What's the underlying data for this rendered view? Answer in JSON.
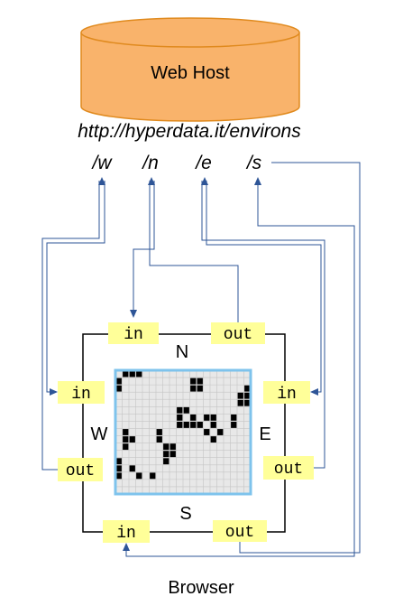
{
  "host": {
    "label": "Web Host"
  },
  "url": "http://hyperdata.it/environs",
  "routes": {
    "w": "/w",
    "n": "/n",
    "e": "/e",
    "s": "/s"
  },
  "browser": {
    "label": "Browser",
    "compass": {
      "north": "N",
      "south": "S",
      "west": "W",
      "east": "E"
    },
    "ports": {
      "north_in": "in",
      "north_out": "out",
      "west_in": "in",
      "west_out": "out",
      "east_in": "in",
      "east_out": "out",
      "south_in": "in",
      "south_out": "out"
    }
  },
  "colors": {
    "cylinder_fill": "#f9b36b",
    "cylinder_stroke": "#e08a1e",
    "connector": "#2e5597",
    "port_fill": "#ffff99",
    "grid_border": "#7ec3ec",
    "grid_cell": "#e8e8e8",
    "grid_line": "#c4c4c4",
    "live_cell": "#000000"
  },
  "grid": {
    "cols": 20,
    "rows": 17,
    "live_cells": [
      [
        1,
        0
      ],
      [
        2,
        0
      ],
      [
        3,
        0
      ],
      [
        0,
        1
      ],
      [
        0,
        2
      ],
      [
        11,
        1
      ],
      [
        12,
        1
      ],
      [
        11,
        2
      ],
      [
        12,
        2
      ],
      [
        19,
        2
      ],
      [
        18,
        3
      ],
      [
        19,
        3
      ],
      [
        18,
        4
      ],
      [
        19,
        4
      ],
      [
        9,
        5
      ],
      [
        10,
        5
      ],
      [
        9,
        6
      ],
      [
        11,
        6
      ],
      [
        9,
        7
      ],
      [
        10,
        7
      ],
      [
        11,
        7
      ],
      [
        13,
        6
      ],
      [
        14,
        6
      ],
      [
        12,
        7
      ],
      [
        14,
        7
      ],
      [
        13,
        8
      ],
      [
        15,
        8
      ],
      [
        14,
        9
      ],
      [
        17,
        6
      ],
      [
        17,
        7
      ],
      [
        1,
        8
      ],
      [
        1,
        9
      ],
      [
        2,
        9
      ],
      [
        1,
        10
      ],
      [
        6,
        8
      ],
      [
        6,
        9
      ],
      [
        7,
        10
      ],
      [
        8,
        10
      ],
      [
        7,
        11
      ],
      [
        8,
        11
      ],
      [
        7,
        12
      ],
      [
        0,
        12
      ],
      [
        0,
        13
      ],
      [
        0,
        14
      ],
      [
        2,
        13
      ],
      [
        3,
        14
      ],
      [
        5,
        14
      ]
    ]
  }
}
